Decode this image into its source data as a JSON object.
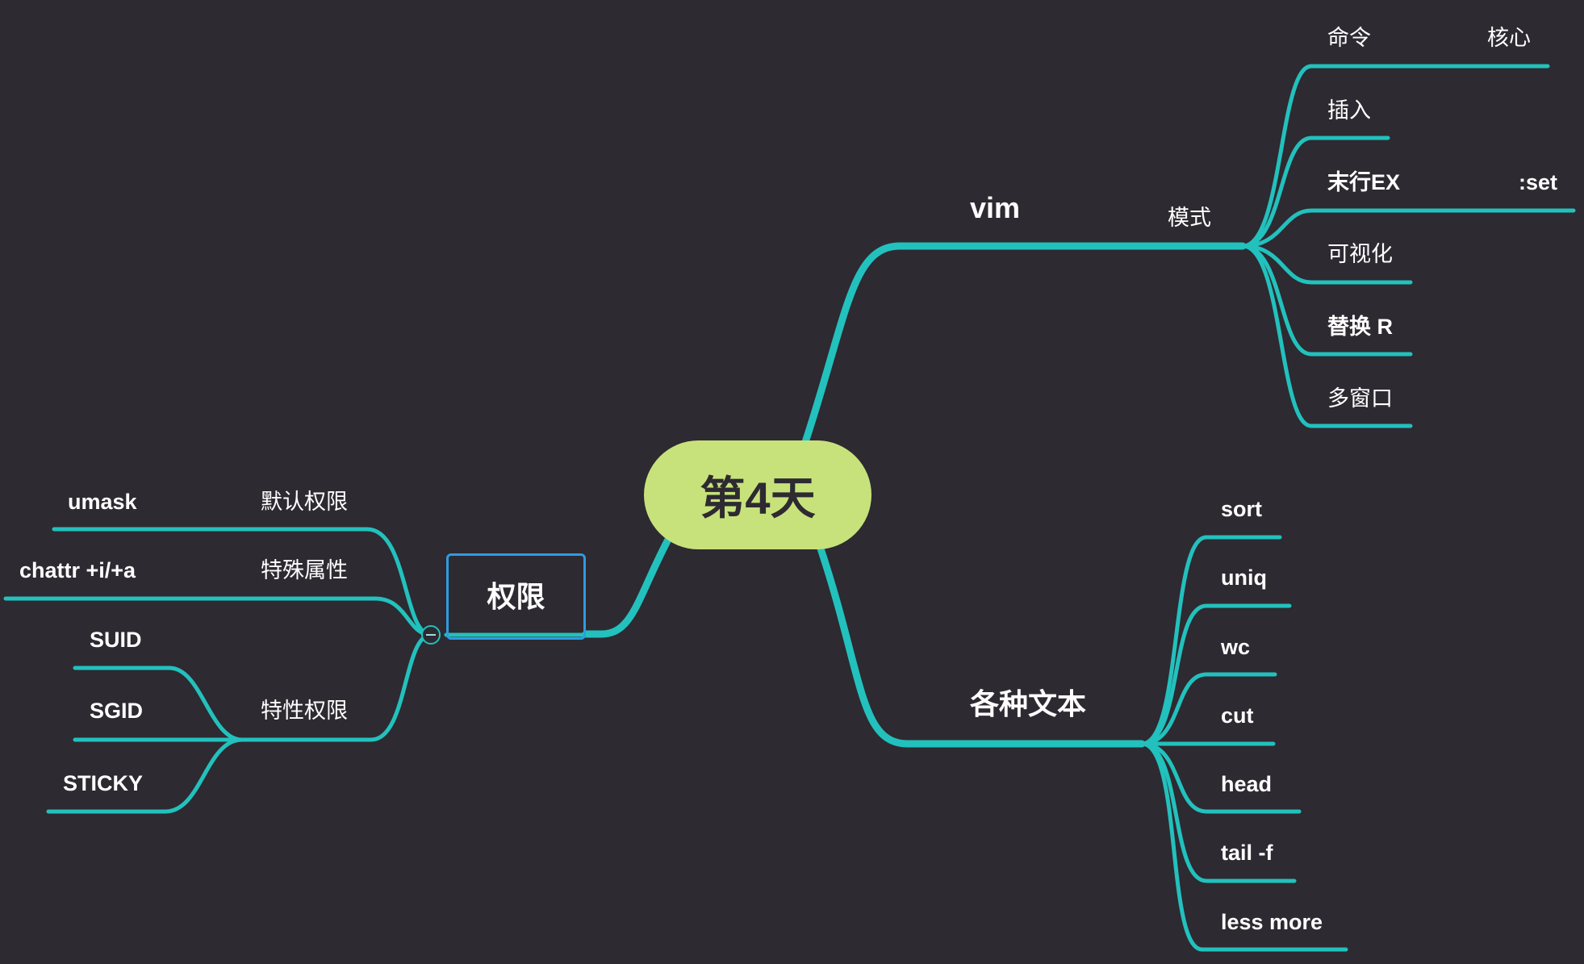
{
  "root": {
    "label": "第4天"
  },
  "branches": {
    "vim": {
      "label": "vim",
      "mode": {
        "label": "模式",
        "items": [
          {
            "label": "命令",
            "note": "核心"
          },
          {
            "label": "插入"
          },
          {
            "label": "末行EX",
            "note": ":set"
          },
          {
            "label": "可视化"
          },
          {
            "label": "替换 R"
          },
          {
            "label": "多窗口"
          }
        ]
      }
    },
    "text": {
      "label": "各种文本",
      "items": [
        "sort",
        "uniq",
        "wc",
        "cut",
        "head",
        "tail -f",
        "less more"
      ]
    },
    "perm": {
      "label": "权限",
      "default": {
        "label": "默认权限",
        "child": "umask"
      },
      "special_attr": {
        "label": "特殊属性",
        "child": "chattr +i/+a"
      },
      "special_perm": {
        "label": "特性权限",
        "children": [
          "SUID",
          "SGID",
          "STICKY"
        ]
      }
    }
  },
  "colors": {
    "background": "#2d2a31",
    "line": "#22c1bd",
    "root_fill": "#c7e27b",
    "selection": "#2f9be0",
    "text": "#ffffff"
  }
}
